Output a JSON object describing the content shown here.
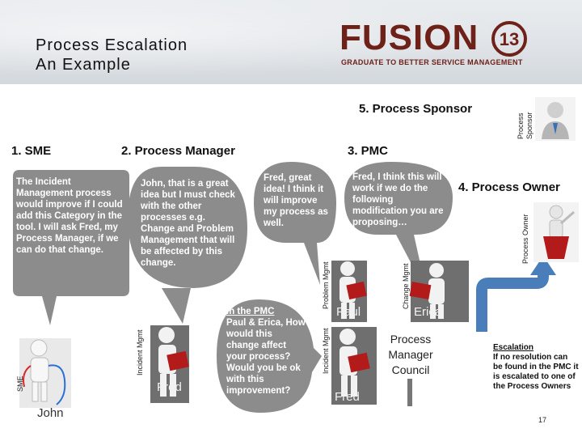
{
  "header": {
    "title_line1": "Process Escalation",
    "title_line2": "An Example",
    "logo_word": "FUSION",
    "logo_number": "13",
    "logo_tagline": "GRADUATE TO BETTER SERVICE MANAGEMENT"
  },
  "steps": {
    "sme": "1. SME",
    "process_manager": "2. Process Manager",
    "pmc": "3. PMC",
    "process_owner": "4. Process Owner",
    "process_sponsor": "5. Process Sponsor"
  },
  "role_labels": {
    "sme": "SME",
    "incident_mgmt": "Incident Mgmt",
    "incident_mgmt_pmc": "Incident Mgmt",
    "problem_mgmt": "Problem Mgmt",
    "change_mgmt": "Change Mgmt",
    "process_owner": "Process Owner",
    "process_sponsor_line1": "Process",
    "process_sponsor_line2": "Sponsor"
  },
  "people": {
    "john": "John",
    "fred": "Fred",
    "fred_pmc": "Fred",
    "paul": "Paul",
    "erica": "Erica"
  },
  "bubbles": {
    "sme_text": "The Incident Management process would improve if I could add this Category in the tool. I will ask Fred, my Process Manager, if we can do that change.",
    "fred_text": "John, that is a great idea but I must check with the other processes e.g. Change and Problem Management that will be affected by this change.",
    "paul_text": "Fred, great idea! I think it will improve my process as well.",
    "erica_text": "Fred, I think this will work if we do the following modification you are proposing…",
    "pmc_title": "In the PMC",
    "pmc_text": "Paul & Erica, How would this change affect your process? Would you be ok with this improvement?"
  },
  "council_sign": {
    "line1": "Process",
    "line2": "Manager",
    "line3": "Council"
  },
  "escalation_note": {
    "title": "Escalation",
    "text": "If no resolution can be found in the PMC it is escalated to one of the Process Owners"
  },
  "page_number": "17",
  "colors": {
    "bubble": "#8c8c8c",
    "arrow": "#4a7ebb",
    "book": "#b31b1b",
    "logo": "#6d2118"
  }
}
